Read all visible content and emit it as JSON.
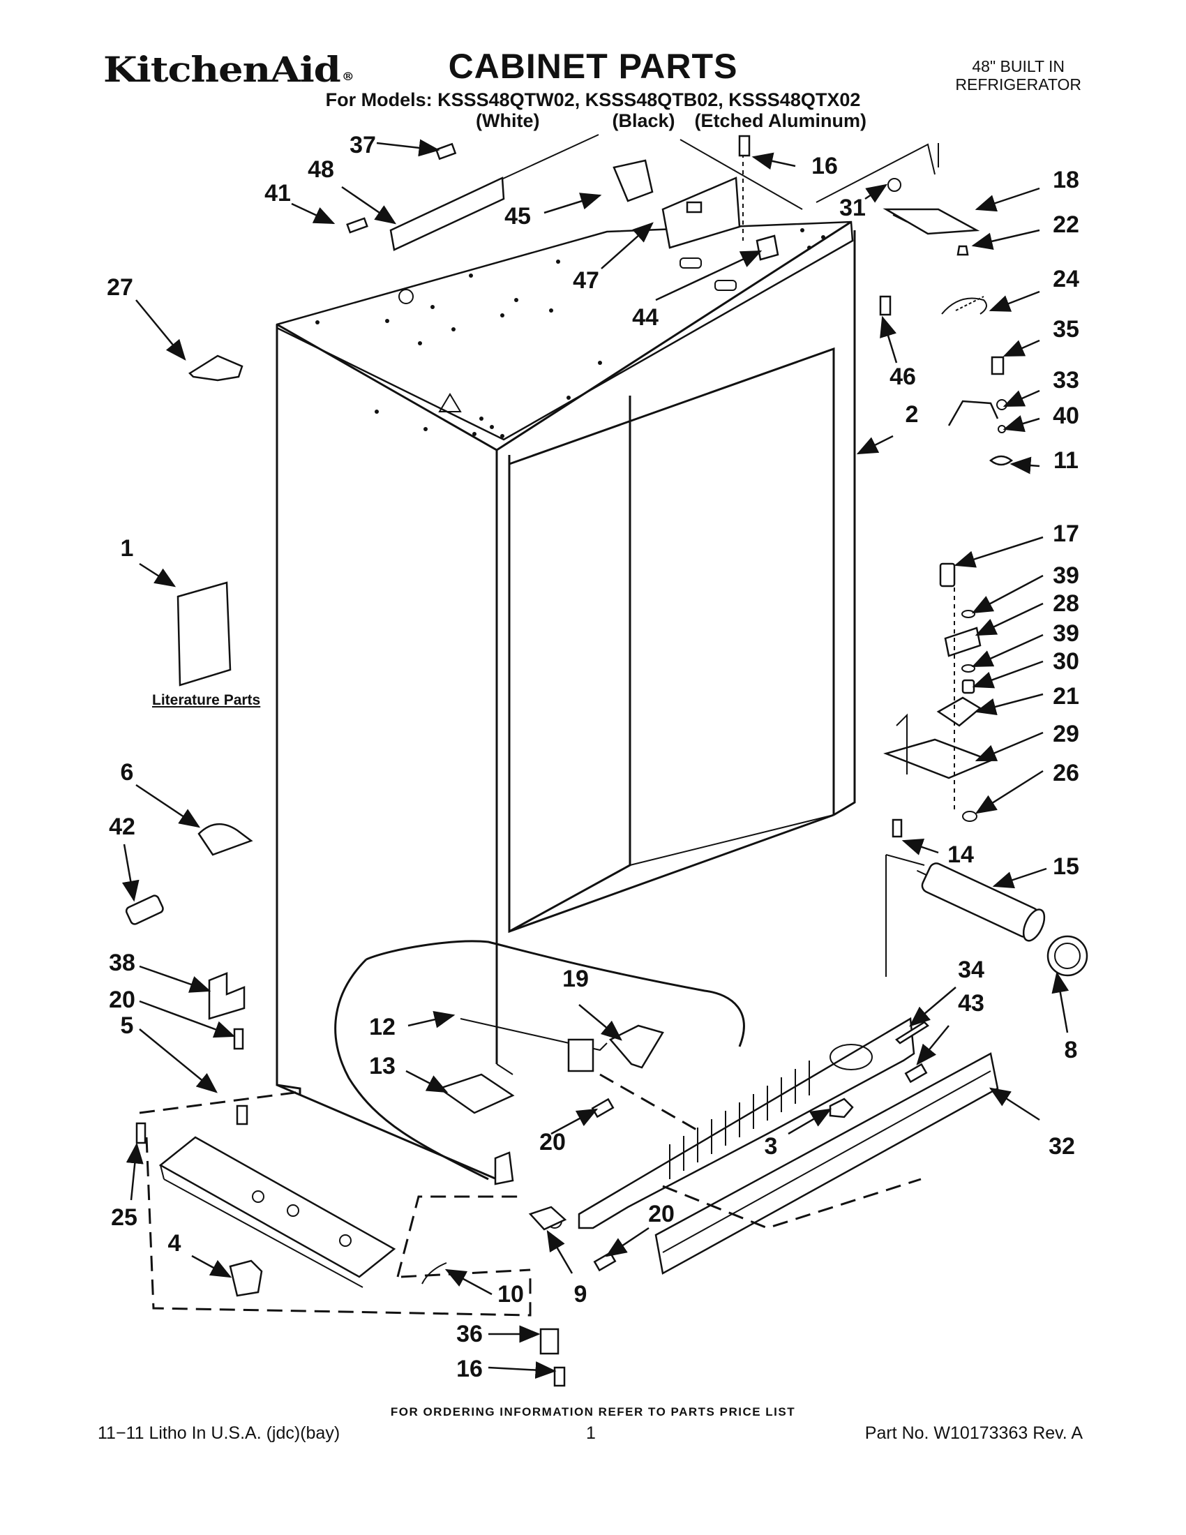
{
  "header": {
    "brand": "KitchenAid",
    "brand_mark": "®",
    "title": "CABINET PARTS",
    "models_line": "For Models: KSSS48QTW02, KSSS48QTB02, KSSS48QTX02",
    "variant_white": "(White)",
    "variant_black": "(Black)",
    "variant_aluminum": "(Etched Aluminum)",
    "product_line1": "48\" BUILT IN",
    "product_line2": "REFRIGERATOR"
  },
  "literature_label": "Literature Parts",
  "callouts": {
    "c37": "37",
    "c48": "48",
    "c41": "41",
    "c16a": "16",
    "c31": "31",
    "c18": "18",
    "c22": "22",
    "c45": "45",
    "c47": "47",
    "c44": "44",
    "c24": "24",
    "c27": "27",
    "c35": "35",
    "c46": "46",
    "c33": "33",
    "c40": "40",
    "c2": "2",
    "c11": "11",
    "c1": "1",
    "c17": "17",
    "c39a": "39",
    "c28": "28",
    "c39b": "39",
    "c30": "30",
    "c21": "21",
    "c29": "29",
    "c6": "6",
    "c26": "26",
    "c42": "42",
    "c14": "14",
    "c15": "15",
    "c38": "38",
    "c34": "34",
    "c19": "19",
    "c20a": "20",
    "c43": "43",
    "c12": "12",
    "c5": "5",
    "c8": "8",
    "c13": "13",
    "c25": "25",
    "c3": "3",
    "c20b": "20",
    "c32": "32",
    "c20c": "20",
    "c4": "4",
    "c9": "9",
    "c10": "10",
    "c36": "36",
    "c16b": "16"
  },
  "footer": {
    "ordering_note": "FOR ORDERING INFORMATION REFER TO PARTS PRICE LIST",
    "litho": "11−11 Litho In U.S.A. (jdc)(bay)",
    "page": "1",
    "part_no": "Part No. W10173363 Rev. A"
  }
}
